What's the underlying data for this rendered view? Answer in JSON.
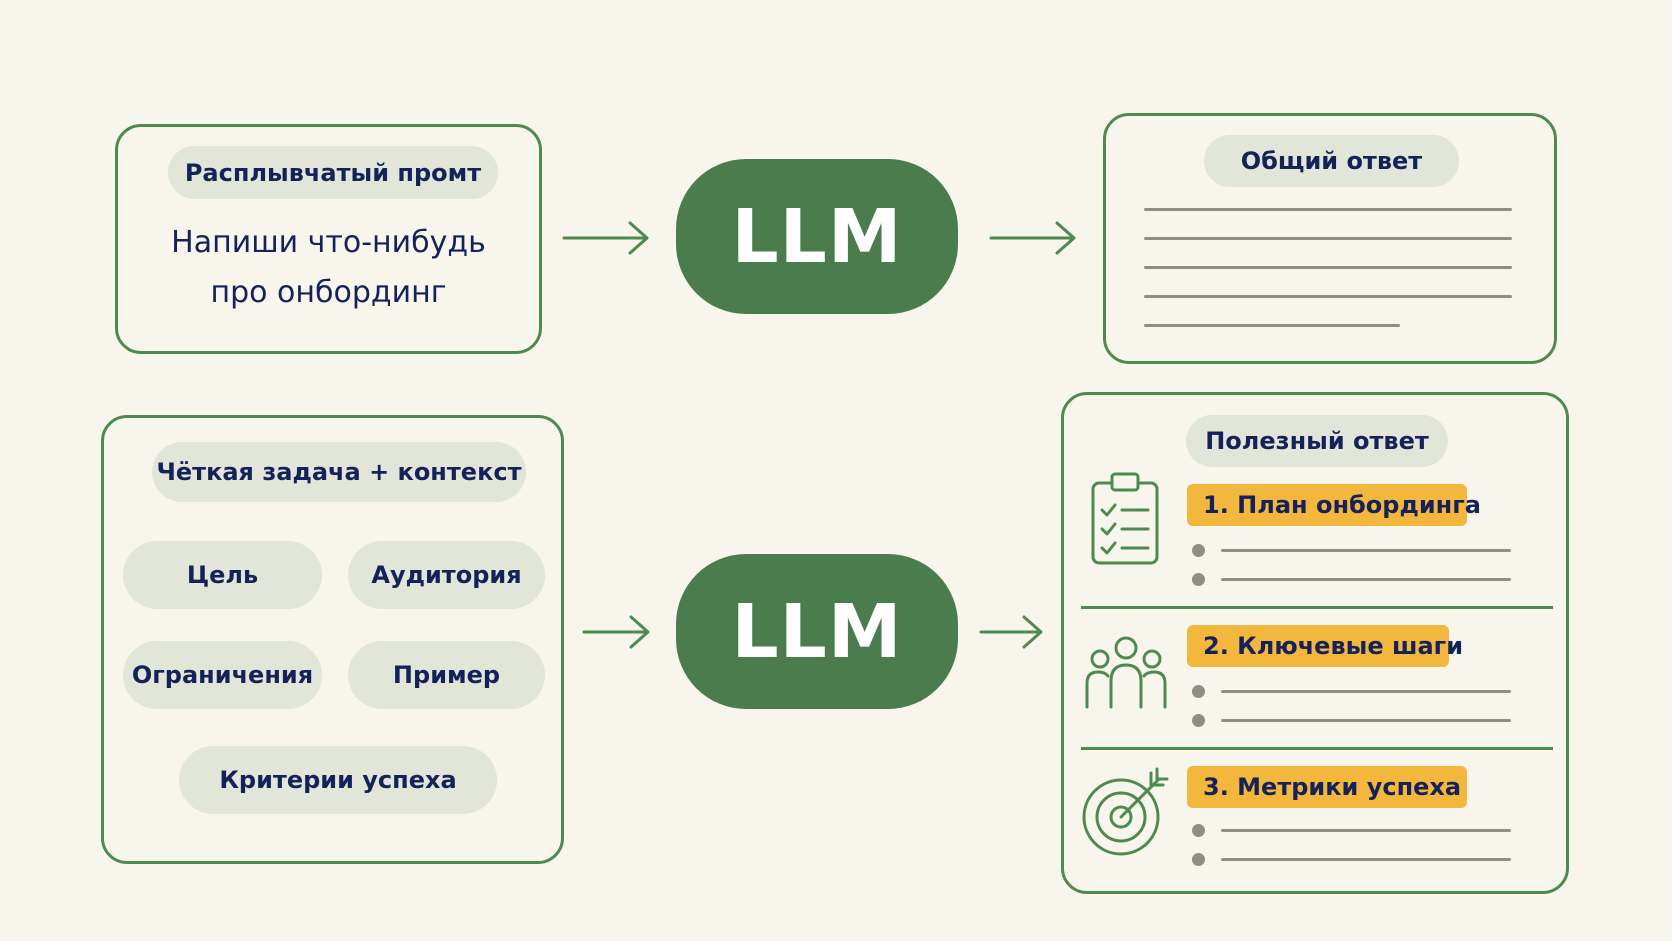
{
  "top": {
    "input": {
      "label": "Расплывчатый промт",
      "line1": "Напиши что-нибудь",
      "line2": "про онбординг"
    },
    "model": "LLM",
    "output": {
      "label": "Общий ответ"
    }
  },
  "bottom": {
    "input": {
      "label": "Чёткая задача + контекст",
      "items": [
        "Цель",
        "Аудитория",
        "Ограничения",
        "Пример",
        "Критерии успеха"
      ]
    },
    "model": "LLM",
    "output": {
      "label": "Полезный ответ",
      "sections": [
        {
          "title": "1. План онбординга",
          "icon": "clipboard-checklist-icon"
        },
        {
          "title": "2. Ключевые шаги",
          "icon": "people-group-icon"
        },
        {
          "title": "3. Метрики успеха",
          "icon": "target-arrow-icon"
        }
      ]
    }
  },
  "colors": {
    "background": "#f8f5ec",
    "green_border": "#4d8a50",
    "llm_fill": "#4a7c4d",
    "pill_fill": "#e1e6d8",
    "text_navy": "#15225a",
    "highlight": "#f3b73d",
    "placeholder_line": "#8e8e89"
  }
}
